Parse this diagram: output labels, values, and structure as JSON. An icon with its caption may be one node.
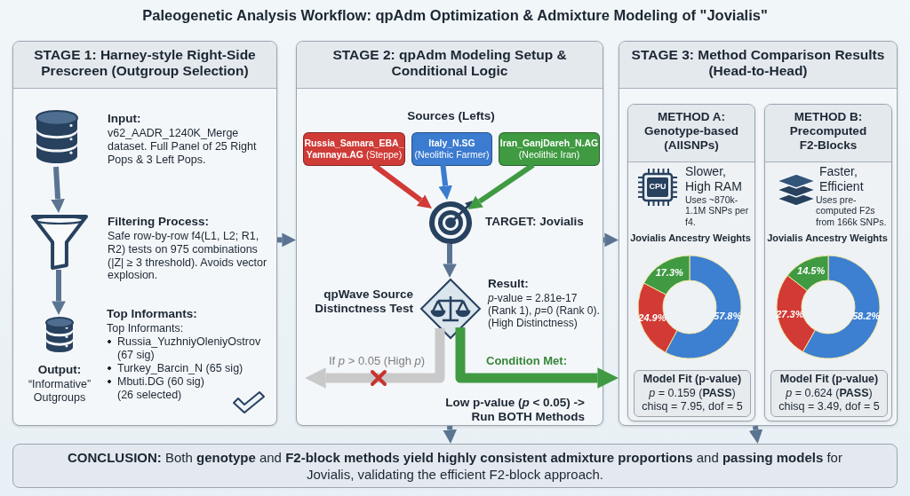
{
  "diagram": {
    "title": "Paleogenetic Analysis Workflow: qpAdm Optimization & Admixture Modeling of \"Jovialis\"",
    "nodes": [
      {
        "text": [
          "STAGE 1: Harney-style Right-Side Prescreen (Outgroup Selection)"
        ]
      },
      {
        "text": [],
        "shape": "cylinder",
        "in": 0,
        "beside": [
          "Input:",
          "v62_AADR_1240K_Merge dataset. Full Panel of 25 Right Pops & 3 Left Pops."
        ]
      },
      {
        "text": [],
        "shape": "funnel",
        "in": 0,
        "beside": [
          "Filtering Process:",
          "Safe row-by-row f4(L1, L2; R1, R2) tests on 975 combinations (|Z| ≥ 3 threshold). Avoids vector explosion."
        ]
      },
      {
        "text": [],
        "shape": "cylinder",
        "in": 0,
        "beside": [
          "Output:",
          "“Informative” Outgroups"
        ]
      },
      {
        "text": [
          "STAGE 2: qpAdm Modeling Setup & Conditional Logic"
        ]
      },
      {
        "text": [
          "**Russia_Samara_EBA_ Yamnaya.AG** (Steppe)"
        ],
        "in": 4
      },
      {
        "text": [
          "**Italy_N.SG** (Neolithic Farmer)"
        ],
        "in": 4
      },
      {
        "text": [
          "**Iran_GanjDareh_N.AG** (Neolithic Iran)"
        ],
        "in": 4
      },
      {
        "text": [],
        "shape": "target",
        "in": 4,
        "beside": [
          "TARGET: Jovialis"
        ]
      },
      {
        "text": [],
        "shape": "diamond",
        "in": 4,
        "beside": [
          "qpWave Source Distinctness Test",
          "Result:",
          "*p*-value = 2.81e-17 (Rank 1), *p*=0 (Rank 0). (High Distinctness)"
        ]
      },
      {
        "text": [
          "STAGE 3: Method Comparison Results (Head-to-Head)"
        ]
      },
      {
        "text": [
          "METHOD A: Genotype-based (AllSNPs)"
        ],
        "in": 10
      },
      {
        "text": [
          "Model Fit (p-value)",
          "*p* = 0.159 (**PASS**)",
          "chisq = 7.95, dof = 5"
        ],
        "in": 11
      },
      {
        "text": [
          "METHOD B: Precomputed F2-Blocks"
        ],
        "in": 10
      },
      {
        "text": [
          "Model Fit (p-value)",
          "*p* = 0.624 (**PASS**)",
          "chisq = 3.49, dof = 5"
        ],
        "in": 13
      },
      {
        "text": [
          "**CONCLUSION:** Both **genotype** and **F2-block methods yield highly consistent admixture proportions** and **passing models** for Jovialis, validating the efficient F2-block approach."
        ]
      }
    ],
    "edges": [
      {
        "from": 1,
        "to": 2,
        "arrow": "to"
      },
      {
        "from": 2,
        "to": 3,
        "arrow": "to"
      },
      {
        "from": 0,
        "to": 4,
        "arrow": "to"
      },
      {
        "from": 5,
        "to": 8,
        "arrow": "to",
        "color": "#d13a35"
      },
      {
        "from": 6,
        "to": 8,
        "arrow": "to",
        "color": "#3b7bd0"
      },
      {
        "from": 7,
        "to": 8,
        "arrow": "to",
        "color": "#3f9a42"
      },
      {
        "from": 8,
        "to": 9,
        "arrow": "to"
      },
      {
        "from": 9,
        "to": null,
        "arrow": "to",
        "label": "If *p* > 0.05 (High *p*)",
        "style": "thick",
        "color": "#c9c9c9"
      },
      {
        "from": 9,
        "to": 10,
        "arrow": "to",
        "label": "Condition Met:",
        "style": "thick",
        "color": "#3f9a42"
      },
      {
        "from": 4,
        "to": 10,
        "arrow": "to"
      },
      {
        "from": 4,
        "to": 15,
        "arrow": "to"
      },
      {
        "from": 10,
        "to": 15,
        "arrow": "to"
      }
    ],
    "labels": [
      "Top Informants:",
      "Top Informants:",
      "Russia_YuzhniyOleniyOstrov (67 sig)",
      "Turkey_Barcin_N (65 sig)",
      "Mbuti.DG (60 sig)",
      "(26 selected)",
      "Sources (Lefts)",
      "Low p-value (*p* < 0.05) -> Run BOTH Methods",
      "CPU",
      "Slower, High RAM",
      "Uses ~870k-1.1M SNPs per f4.",
      "Faster, Efficient",
      "Uses pre-computed F2s from 166k SNPs."
    ],
    "chart_data": [
      {
        "type": "donut",
        "title": "Jovialis Ancestry Weights",
        "categories": [
          null,
          null,
          null
        ],
        "values": [
          57.8,
          24.9,
          17.3
        ],
        "colors": [
          "#3d7fd1",
          "#d13a35",
          "#3f9a42"
        ],
        "value_labels": [
          "57.8%",
          "24.9%",
          "17.3%"
        ]
      },
      {
        "type": "donut",
        "title": "Jovialis Ancestry Weights",
        "categories": [
          null,
          null,
          null
        ],
        "values": [
          58.2,
          27.3,
          14.5
        ],
        "colors": [
          "#3d7fd1",
          "#d13a35",
          "#3f9a42"
        ],
        "value_labels": [
          "58.2%",
          "27.3%",
          "14.5%"
        ]
      }
    ]
  }
}
